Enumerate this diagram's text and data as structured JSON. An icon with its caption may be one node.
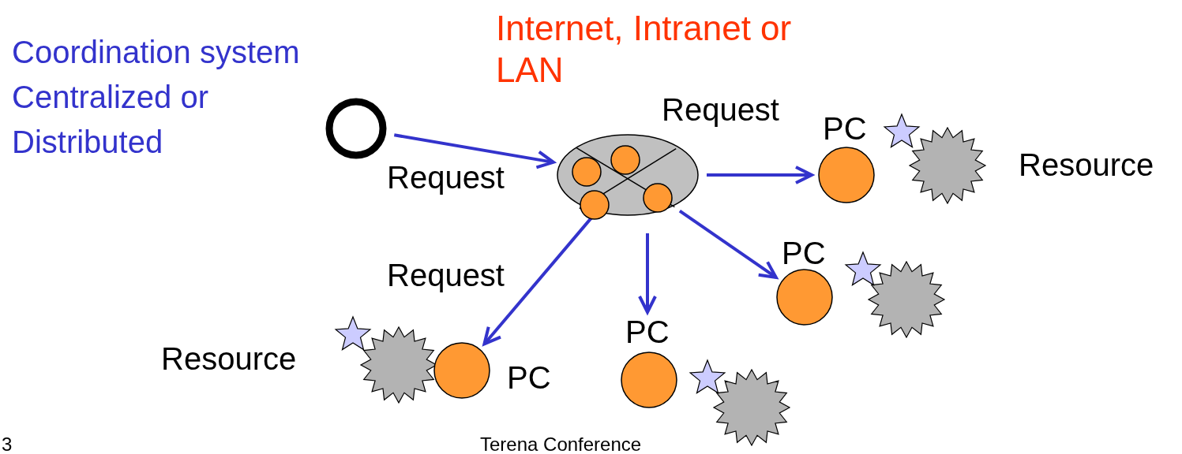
{
  "diagram": {
    "nodes": [
      {
        "text": [],
        "shape": "circle"
      },
      {
        "text": [],
        "shape": "ellipse",
        "beside": [
          "Internet, Intranet or LAN"
        ]
      },
      {
        "text": [],
        "shape": "circle",
        "beside": [
          "PC"
        ]
      },
      {
        "text": [],
        "shape": "circle",
        "beside": [
          "PC"
        ]
      },
      {
        "text": [],
        "shape": "circle",
        "beside": [
          "PC"
        ]
      },
      {
        "text": [],
        "shape": "circle",
        "beside": [
          "PC"
        ]
      }
    ],
    "edges": [
      {
        "from": 0,
        "to": 1,
        "arrow": "to",
        "label": "Request"
      },
      {
        "from": 1,
        "to": 2,
        "arrow": "to",
        "label": "Request"
      },
      {
        "from": 1,
        "to": 3,
        "arrow": "to"
      },
      {
        "from": 1,
        "to": 4,
        "arrow": "to"
      },
      {
        "from": 1,
        "to": 5,
        "arrow": "to",
        "label": "Request"
      }
    ],
    "labels": [
      "Coordination system Centralized or Distributed",
      "Resource",
      "Resource",
      "3",
      "Terena Conference"
    ]
  }
}
